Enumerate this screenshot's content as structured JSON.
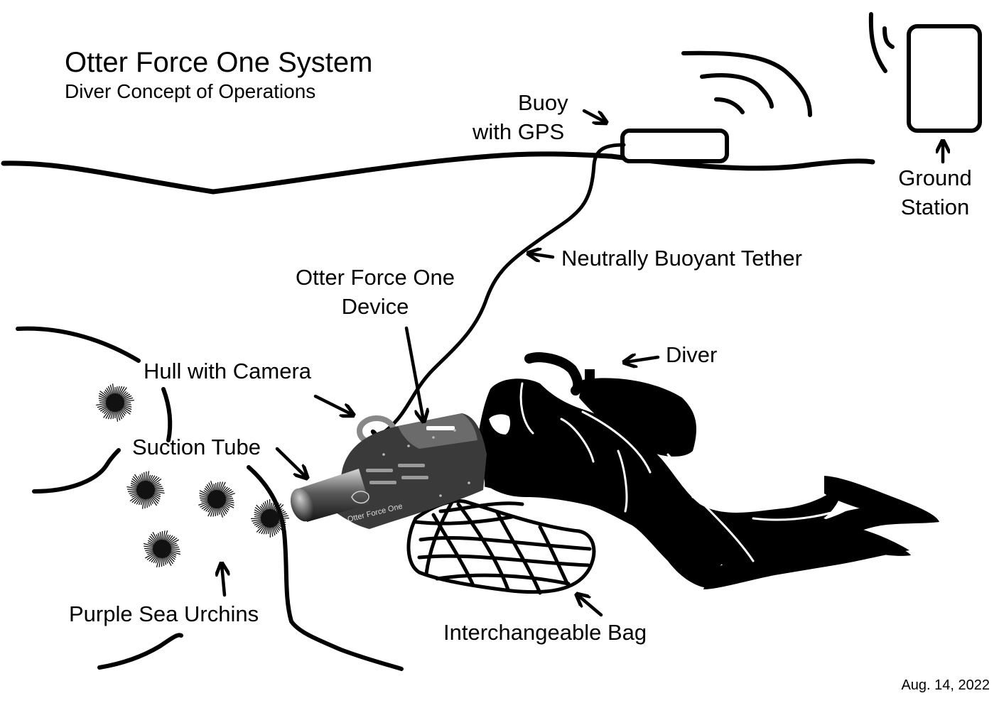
{
  "title": "Otter Force One System",
  "subtitle": "Diver Concept of Operations",
  "date": "Aug. 14, 2022",
  "labels": {
    "buoy_line1": "Buoy",
    "buoy_line2": "with GPS",
    "ground_line1": "Ground",
    "ground_line2": "Station",
    "tether": "Neutrally Buoyant Tether",
    "device_line1": "Otter Force One",
    "device_line2": "Device",
    "hull": "Hull with Camera",
    "suction": "Suction Tube",
    "diver": "Diver",
    "urchins": "Purple Sea Urchins",
    "bag": "Interchangeable Bag"
  },
  "device_logo_text": "Otter Force One",
  "colors": {
    "ink": "#000000",
    "background": "#ffffff",
    "device_gray": "#3a3a3a",
    "urchin": "#111111"
  }
}
